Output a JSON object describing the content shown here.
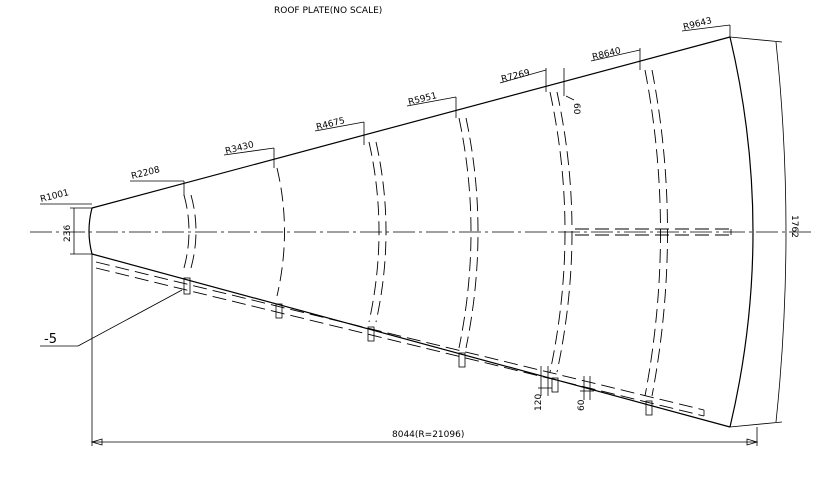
{
  "title": "ROOF PLATE(NO SCALE)",
  "radii": [
    "R1001",
    "R2208",
    "R3430",
    "R4675",
    "R5951",
    "R7269",
    "R8640",
    "R9643"
  ],
  "dims": {
    "inner_arc": "236",
    "outer_arc": "1762",
    "overall": "8044(R=21096)",
    "dim_60_top": "60",
    "dim_120": "120",
    "dim_60_bottom": "60"
  },
  "callout": "-5"
}
